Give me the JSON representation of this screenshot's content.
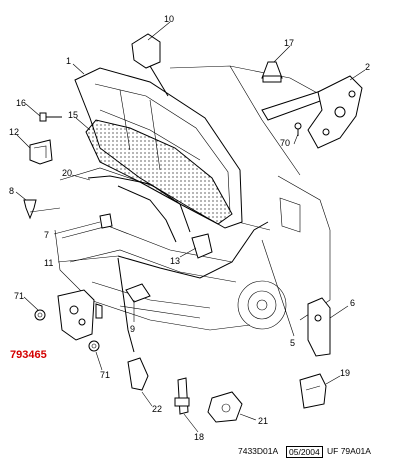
{
  "diagram": {
    "callouts": {
      "c1": "1",
      "c2": "2",
      "c5": "5",
      "c6": "6",
      "c7": "7",
      "c8": "8",
      "c9": "9",
      "c10": "10",
      "c11": "11",
      "c12": "12",
      "c13": "13",
      "c15": "15",
      "c16": "16",
      "c17": "17",
      "c18": "18",
      "c19": "19",
      "c20": "20",
      "c21": "21",
      "c22": "22",
      "c70": "70",
      "c71a": "71",
      "c71b": "71"
    },
    "part_number": "793465",
    "part_number_color": "#d40000"
  },
  "footer": {
    "ref_a": "7433D01A",
    "date": "05/2004",
    "ref_b": "UF 79A01A"
  }
}
